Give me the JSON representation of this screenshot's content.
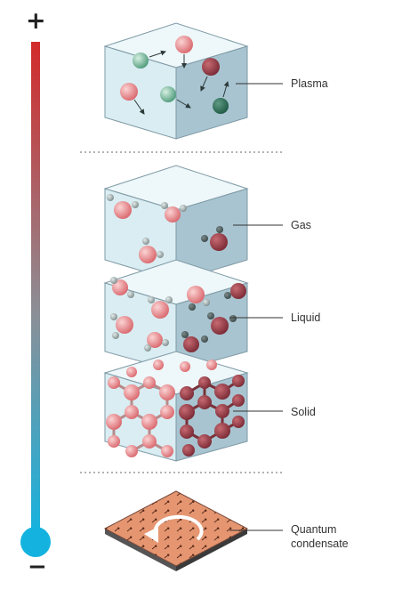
{
  "scale": {
    "hot_sign": "+",
    "cold_sign": "−"
  },
  "states": {
    "plasma": "Plasma",
    "gas": "Gas",
    "liquid": "Liquid",
    "solid": "Solid",
    "condensate_line1": "Quantum",
    "condensate_line2": "condensate"
  },
  "colors": {
    "hot": "#d52b2b",
    "cold": "#17b3de",
    "cube_front": "#dbeef3",
    "cube_top": "#eef7f9",
    "cube_side": "#a9c6d2",
    "atom_red": "#e79a9a",
    "atom_green": "#4f9a7b",
    "atom_gray": "#8c9a9a",
    "plate": "#e59671"
  }
}
